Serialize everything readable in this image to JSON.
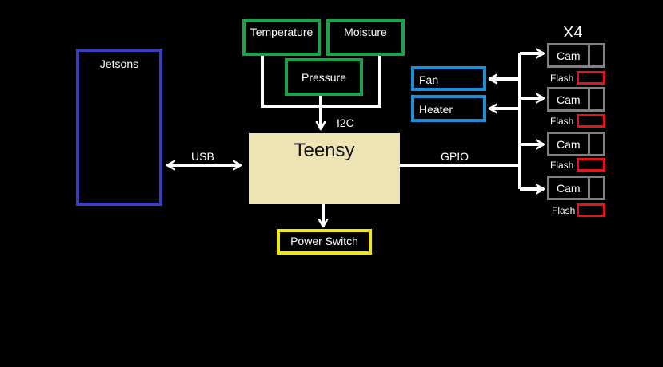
{
  "colors": {
    "background": "#000000",
    "wire": "#ffffff",
    "jetsons_border": "#3b3fbf",
    "sensor_border": "#1aa34a",
    "actuator_border": "#1e8fd6",
    "teensy_fill": "#ede3b3",
    "power_border": "#f2e60f",
    "cam_border": "#808080",
    "flash_border": "#e0161b"
  },
  "nodes": {
    "jetsons": "Jetsons",
    "temperature": "Temperature",
    "moisture": "Moisture",
    "pressure": "Pressure",
    "teensy": "Teensy",
    "power_switch": "Power Switch",
    "fan": "Fan",
    "heater": "Heater"
  },
  "edges": {
    "usb": "USB",
    "i2c": "I2C",
    "gpio": "GPIO"
  },
  "camera_group": {
    "multiplier": "X4",
    "cams": [
      {
        "label": "Cam",
        "flash": "Flash"
      },
      {
        "label": "Cam",
        "flash": "Flash"
      },
      {
        "label": "Cam",
        "flash": "Flash"
      },
      {
        "label": "Cam",
        "flash": "Flash"
      }
    ]
  }
}
